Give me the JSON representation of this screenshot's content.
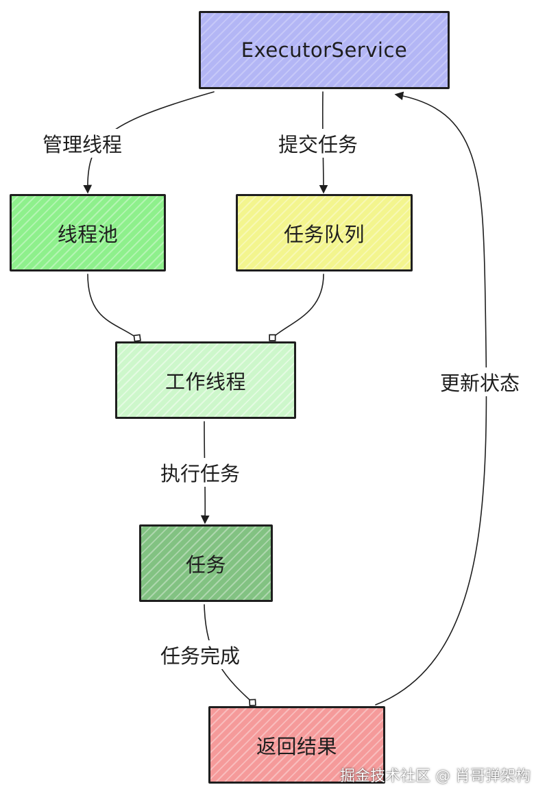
{
  "nodes": {
    "executor_service": {
      "label": "ExecutorService",
      "fill": "#b3b6f5"
    },
    "thread_pool": {
      "label": "线程池",
      "fill": "#8ef08c"
    },
    "task_queue": {
      "label": "任务队列",
      "fill": "#f3f58e"
    },
    "worker_thread": {
      "label": "工作线程",
      "fill": "#cdf7cb"
    },
    "task": {
      "label": "任务",
      "fill": "#82c282"
    },
    "return_result": {
      "label": "返回结果",
      "fill": "#f59a9a"
    }
  },
  "edges": {
    "manage_threads": "管理线程",
    "submit_task": "提交任务",
    "execute_task": "执行任务",
    "task_complete": "任务完成",
    "update_status": "更新状态"
  },
  "watermark": "掘金技术社区 @ 肖哥弹架构",
  "colors": {
    "stroke": "#1e1e1e",
    "hatch": "#ffffff"
  }
}
